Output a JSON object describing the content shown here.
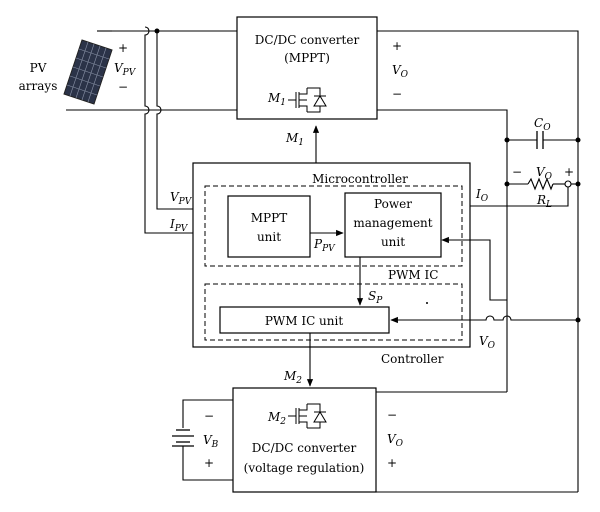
{
  "blocks": {
    "mppt_converter": {
      "line1": "DC/DC converter",
      "line2": "(MPPT)"
    },
    "microcontroller": "Microcontroller",
    "mppt_unit": {
      "line1": "MPPT",
      "line2": "unit"
    },
    "power_mgmt": {
      "line1": "Power",
      "line2": "management",
      "line3": "unit"
    },
    "pwm_ic_group": "PWM  IC",
    "pwm_ic_unit": "PWM IC unit",
    "controller": "Controller",
    "vr_converter": {
      "line1": "DC/DC converter",
      "line2": "(voltage regulation)"
    }
  },
  "pv": {
    "line1": "PV",
    "line2": "arrays",
    "plus": "+",
    "minus": "−",
    "v_main": "V",
    "v_sub": "PV"
  },
  "labels": {
    "vo_main": "V",
    "vo_sub": "O",
    "io_main": "I",
    "io_sub": "O",
    "m_main": "M",
    "m1_sub": "1",
    "m2_sub": "2",
    "vpv_main": "V",
    "vpv_sub": "PV",
    "ipv_main": "I",
    "ipv_sub": "PV",
    "ppv_main": "P",
    "ppv_sub": "PV",
    "sp_main": "S",
    "sp_sub": "P",
    "co_main": "C",
    "co_sub": "O",
    "rl_main": "R",
    "rl_sub": "L",
    "vb_main": "V",
    "vb_sub": "B",
    "plus": "+",
    "minus": "−"
  }
}
